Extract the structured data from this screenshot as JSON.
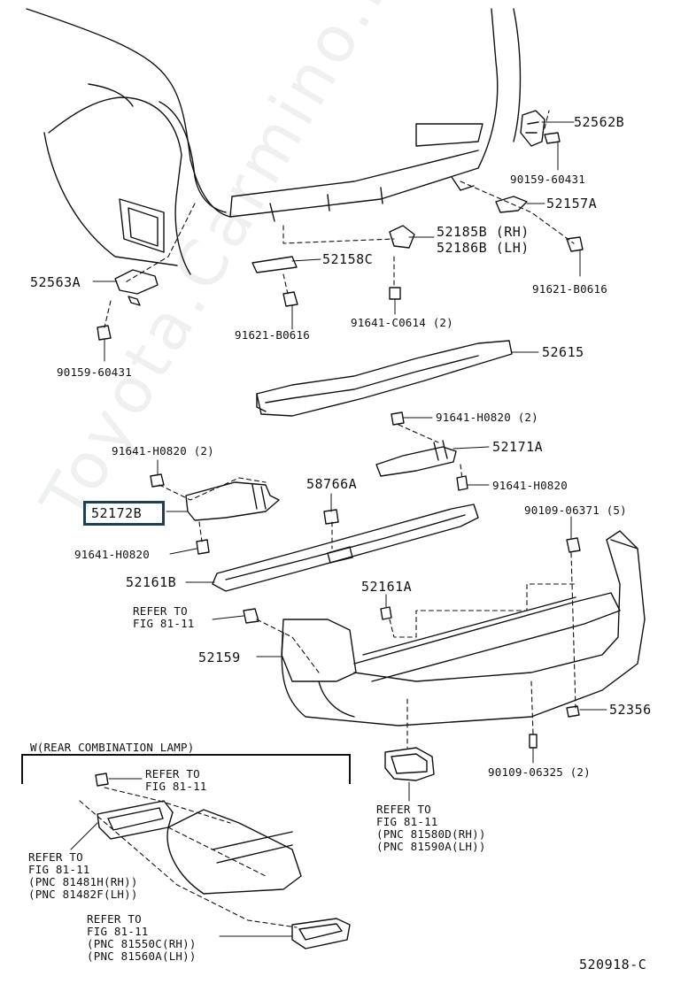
{
  "watermark": "Toyota.Carmino.ru",
  "footer_code": "520918-C",
  "highlighted_part": "52172B",
  "inset": {
    "title": "W(REAR COMBINATION LAMP)",
    "refer1": "REFER TO\nFIG 81-11",
    "refer2": "REFER TO\nFIG 81-11\n(PNC 81481H(RH))\n(PNC 81482F(LH))",
    "refer3": "REFER TO\nFIG 81-11\n(PNC 81550C(RH))\n(PNC 81560A(LH))"
  },
  "parts": {
    "p52562B": "52562B",
    "p90159_60431_top": "90159-60431",
    "p52157A": "52157A",
    "p52185B": "52185B (RH)",
    "p52186B": "52186B (LH)",
    "p52158C": "52158C",
    "p52563A": "52563A",
    "p91621_B0616_right": "91621-B0616",
    "p91621_B0616_left": "91621-B0616",
    "p91641_C0614": "91641-C0614 (2)",
    "p90159_60431_left": "90159-60431",
    "p52615": "52615",
    "p91641_H0820_2_right": "91641-H0820 (2)",
    "p52171A": "52171A",
    "p91641_H0820_2_left": "91641-H0820 (2)",
    "p58766A": "58766A",
    "p91641_H0820_right": "91641-H0820",
    "p90109_06371": "90109-06371 (5)",
    "p91641_H0820_left": "91641-H0820",
    "p52161B": "52161B",
    "p52161A": "52161A",
    "refer_main": "REFER TO\nFIG 81-11",
    "p52159": "52159",
    "p52356": "52356",
    "p90109_06325": "90109-06325 (2)",
    "refer_fog": "REFER TO\nFIG 81-11\n(PNC 81580D(RH))\n(PNC 81590A(LH))"
  }
}
